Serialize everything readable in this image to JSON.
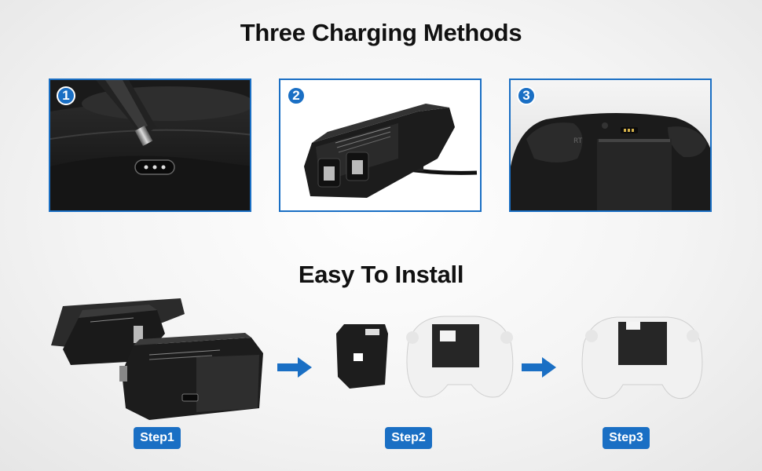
{
  "title_methods": "Three Charging Methods",
  "title_install": "Easy To Install",
  "methods": [
    {
      "number": "1"
    },
    {
      "number": "2"
    },
    {
      "number": "3"
    }
  ],
  "steps": [
    "Step1",
    "Step2",
    "Step3"
  ],
  "colors": {
    "accent": "#1a6fc4",
    "heading": "#111111",
    "device_dark": "#1f1f1f",
    "controller_white": "#f2f2f2"
  }
}
